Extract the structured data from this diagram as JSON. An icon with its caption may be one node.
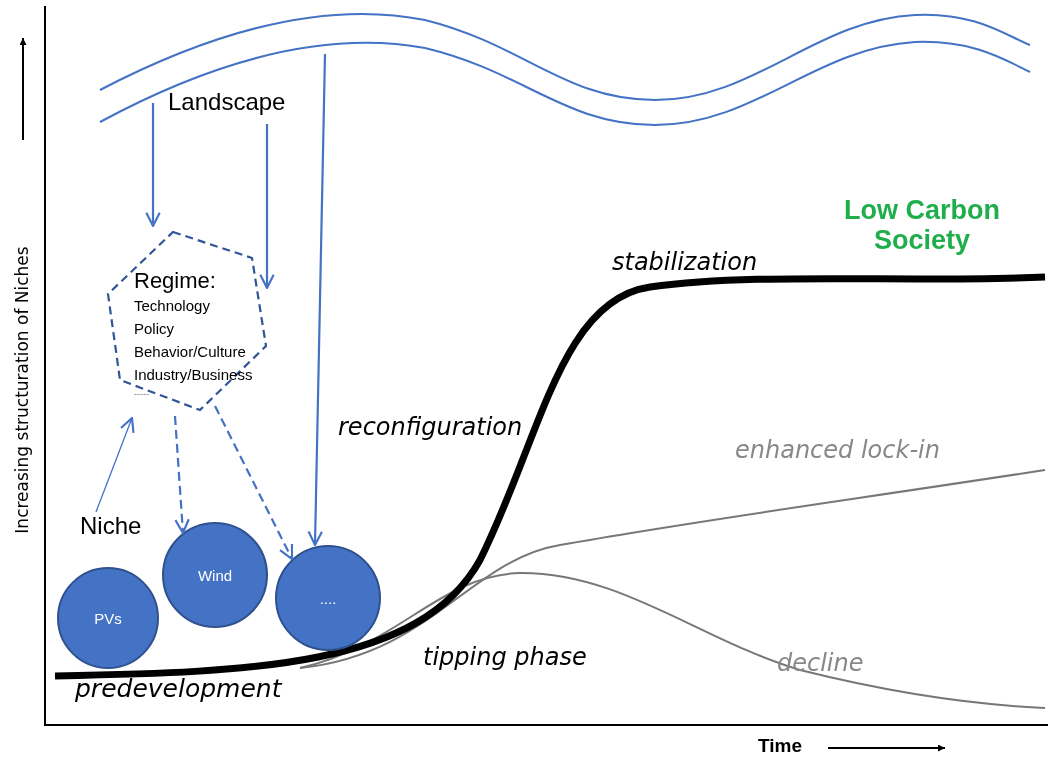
{
  "diagram": {
    "nodes": [
      {
        "text": [
          "Landscape"
        ]
      },
      {
        "text": [
          "Regime:",
          "Technology",
          "Policy",
          "Behavior/Culture",
          "Industry/Business",
          "-----"
        ]
      },
      {
        "text": [
          "Niche"
        ]
      },
      {
        "text": [
          "PVs"
        ]
      },
      {
        "text": [
          "Wind"
        ]
      },
      {
        "text": [
          "...."
        ]
      }
    ],
    "edges": [
      {
        "from": 0,
        "to": 1,
        "arrow": "to"
      },
      {
        "from": 0,
        "to": 1,
        "arrow": "to"
      },
      {
        "from": 0,
        "to": 5,
        "arrow": "to"
      },
      {
        "from": 1,
        "to": 4,
        "arrow": "to",
        "style": "dashed"
      },
      {
        "from": 1,
        "to": 5,
        "arrow": "to",
        "style": "dashed"
      },
      {
        "from": 2,
        "to": 1,
        "arrow": "to"
      }
    ],
    "labels": [
      "Increasing structuration of Niches",
      "Low Carbon Society",
      "stabilization",
      "reconfiguration",
      "enhanced lock-in",
      "tipping phase",
      "decline",
      "predevelopment",
      "Time"
    ]
  }
}
